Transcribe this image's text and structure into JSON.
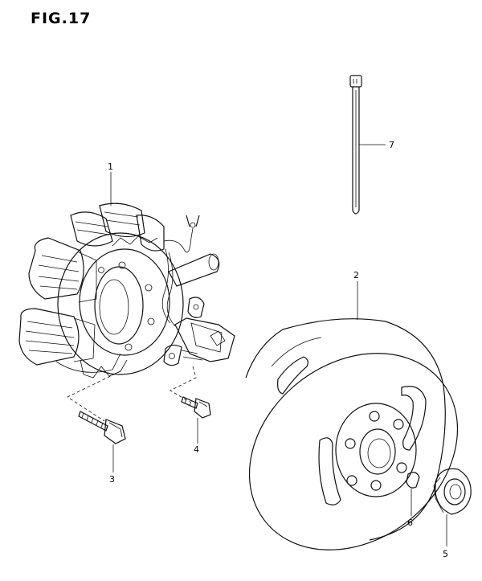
{
  "title": "FIG.17",
  "callouts": {
    "c1": "1",
    "c2": "2",
    "c3": "3",
    "c4": "4",
    "c5": "5",
    "c6": "6",
    "c7": "7"
  }
}
